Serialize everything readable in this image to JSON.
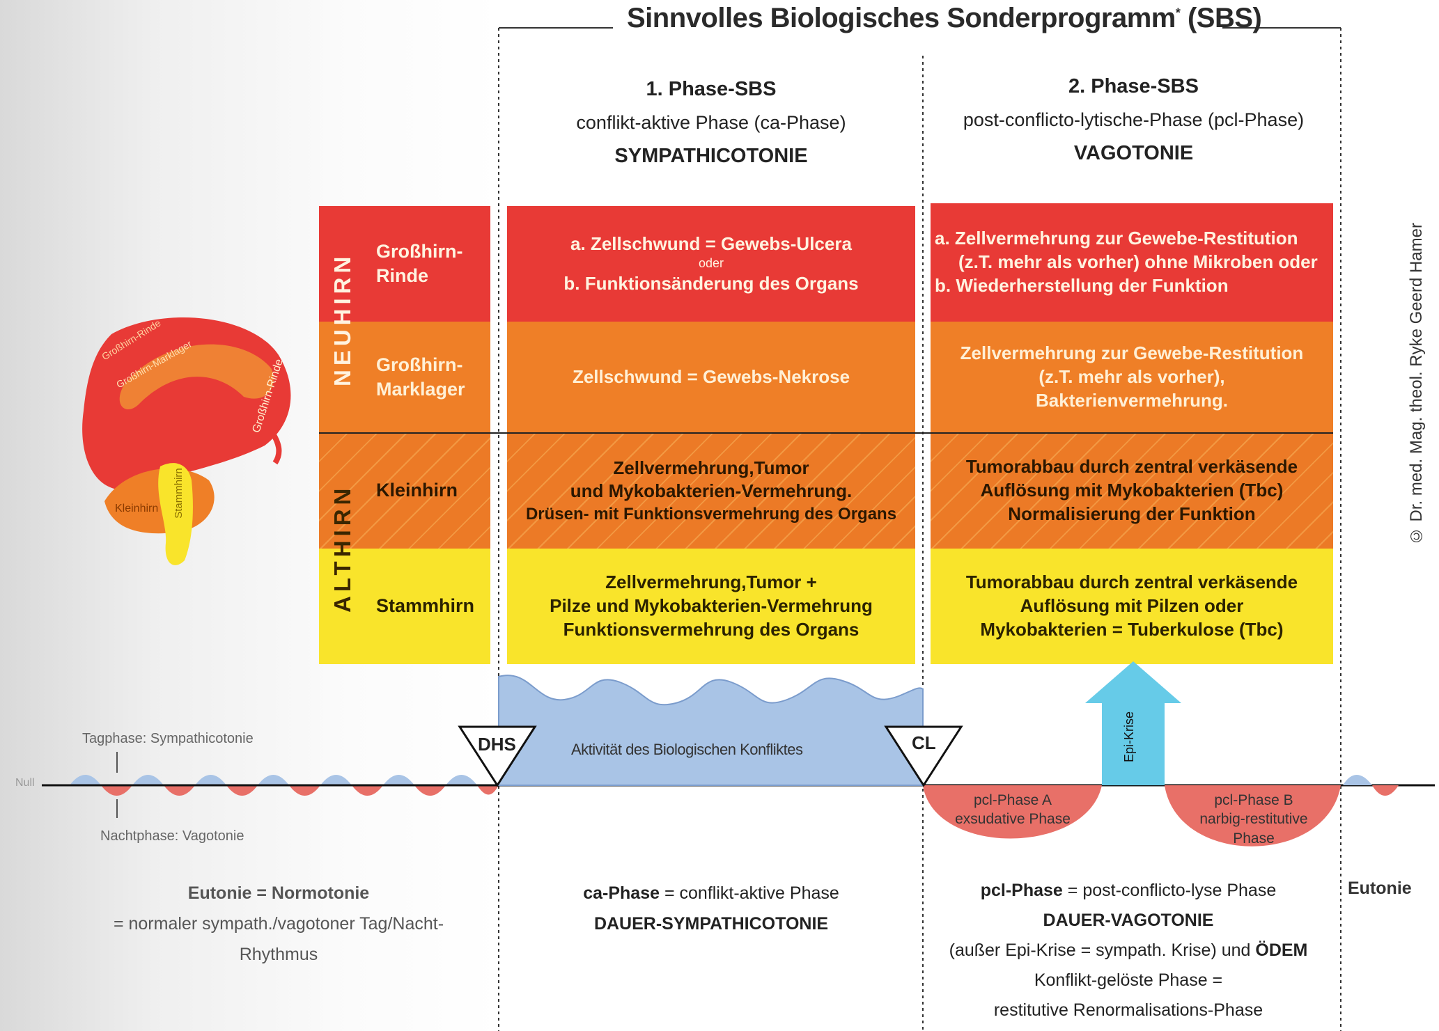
{
  "title": "Sinnvolles Biologisches Sonderprogramm",
  "title_suffix": " (SBS)",
  "title_mark": "*",
  "phase1": {
    "heading": "1. Phase-SBS",
    "subtitle": "conflikt-aktive Phase (ca-Phase)",
    "tone": "SYMPATHICOTONIE"
  },
  "phase2": {
    "heading": "2. Phase-SBS",
    "subtitle": "post-conflicto-lytische-Phase (pcl-Phase)",
    "tone": "VAGOTONIE"
  },
  "groups": {
    "neuhirn": "NEUHIRN",
    "althirn": "ALTHIRN"
  },
  "rows": [
    {
      "label_line1": "Großhirn-",
      "label_line2": "Rinde",
      "ca_lines": [
        "a. Zellschwund = Gewebs-Ulcera",
        "oder",
        "b. Funktionsänderung des Organs"
      ],
      "pcl_lines": [
        "a. Zellvermehrung zur Gewebe-Restitution",
        "(z.T. mehr als vorher) ohne Mikroben oder",
        "b. Wiederherstellung der Funktion"
      ]
    },
    {
      "label_line1": "Großhirn-",
      "label_line2": "Marklager",
      "ca_lines": [
        "Zellschwund = Gewebs-Nekrose"
      ],
      "pcl_lines": [
        "Zellvermehrung zur Gewebe-Restitution",
        "(z.T. mehr als vorher),",
        "Bakterienvermehrung."
      ]
    },
    {
      "label_line1": "Kleinhirn",
      "label_line2": "",
      "ca_lines": [
        "Zellvermehrung,Tumor",
        "und Mykobakterien-Vermehrung.",
        "Drüsen- mit Funktionsvermehrung des Organs"
      ],
      "pcl_lines": [
        "Tumorabbau durch zentral verkäsende",
        "Auflösung mit Mykobakterien (Tbc)",
        "Normalisierung der Funktion"
      ]
    },
    {
      "label_line1": "Stammhirn",
      "label_line2": "",
      "ca_lines": [
        "Zellvermehrung,Tumor +",
        "Pilze und Mykobakterien-Vermehrung",
        "Funktionsvermehrung des Organs"
      ],
      "pcl_lines": [
        "Tumorabbau durch zentral verkäsende",
        "Auflösung mit Pilzen oder",
        "Mykobakterien = Tuberkulose (Tbc)"
      ]
    }
  ],
  "brain_labels": {
    "rinde": "Großhirn-Rinde",
    "rinde_a": "Großhirn-Rinde",
    "marklager": "Großhirn-Marklager",
    "kleinhirn": "Kleinhirn",
    "stammhirn": "Stammhirn"
  },
  "curve": {
    "dhs": "DHS",
    "cl": "CL",
    "conflict_activity": "Aktivität des Biologischen Konfliktes",
    "epi_crisis": "Epi-Krise",
    "pcl_a_line1": "pcl-Phase A",
    "pcl_a_line2": "exsudative Phase",
    "pcl_b_line1": "pcl-Phase B",
    "pcl_b_line2": "narbig-restitutive",
    "pcl_b_line3": "Phase",
    "day_phase": "Tagphase: Sympathicotonie",
    "night_phase": "Nachtphase: Vagotonie",
    "zero_label": "Null"
  },
  "bottom": {
    "eutonie_title": "Eutonie = Normotonie",
    "eutonie_line2": "= normaler sympath./vagotoner Tag/Nacht-",
    "eutonie_line3": "Rhythmus",
    "ca_line1_bold": "ca-Phase",
    "ca_line1_rest": " = conflikt-aktive Phase",
    "ca_line2": "DAUER-SYMPATHICOTONIE",
    "pcl_line1_bold": "pcl-Phase",
    "pcl_line1_rest": " = post-conflicto-lyse Phase",
    "pcl_line2": "DAUER-VAGOTONIE",
    "pcl_line3_a": "(außer Epi-Krise = sympath. Krise) und ",
    "pcl_line3_b": "ÖDEM",
    "pcl_line4": "Konflikt-gelöste Phase =",
    "pcl_line5": "restitutive Renormalisations-Phase",
    "eutonie_right": "Eutonie"
  },
  "copyright": "© Dr. med. Mag. theol. Ryke Geerd Hamer",
  "colors": {
    "red": "#e83a36",
    "orange": "#ef7f27",
    "yellow": "#f9e42b",
    "blue": "#a9c4e6",
    "cyan": "#66cbe8",
    "pink": "#e87068"
  }
}
